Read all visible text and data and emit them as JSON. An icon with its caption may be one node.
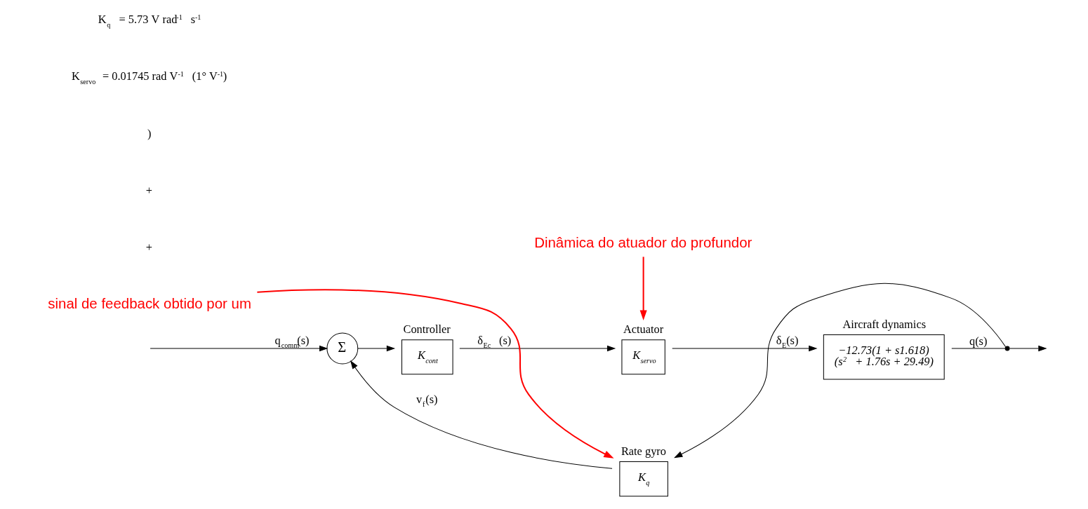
{
  "diagram": {
    "nodes": [
      {
        "text": [
          "Σ"
        ]
      },
      {
        "text": [
          "Controller",
          "K$_{cont}$"
        ]
      },
      {
        "text": [
          "Actuator",
          "K$_{servo}$"
        ]
      },
      {
        "text": [
          "Aircraft dynamics",
          "−12.73(1 + s1.618)",
          "(s$^{2}$ + 1.76s + 29.49)"
        ]
      },
      {
        "text": [
          "Rate gyro",
          "K$_{q}$"
        ]
      },
      {
        "text": [],
        "shape": "dot"
      },
      {
        "text": [
          "Dinâmica do atuador do profundor"
        ]
      },
      {
        "text": [
          "sinal de feedback obtido por um"
        ]
      }
    ],
    "edges": [
      {
        "from": null,
        "to": 0,
        "arrow": "to",
        "label": "q$_{comm}$(s)"
      },
      {
        "from": 0,
        "to": 1,
        "arrow": "to"
      },
      {
        "from": 1,
        "to": 2,
        "arrow": "to",
        "label": "δ$_{Ec}$ (s)"
      },
      {
        "from": 2,
        "to": 3,
        "arrow": "to",
        "label": "δ$_{E}$(s)"
      },
      {
        "from": 3,
        "to": 5,
        "arrow": "none",
        "label": "q(s)"
      },
      {
        "from": 5,
        "to": null,
        "arrow": "to"
      },
      {
        "from": 5,
        "to": 4,
        "arrow": "to"
      },
      {
        "from": 4,
        "to": 0,
        "arrow": "to",
        "label": "v$_{f}$(s)"
      },
      {
        "from": 6,
        "to": 2,
        "arrow": "to",
        "color": "#ff0000"
      },
      {
        "from": 7,
        "to": 4,
        "arrow": "to",
        "color": "#ff0000"
      }
    ],
    "labels": [
      "+",
      "+",
      ")",
      "K$_{servo}$ = 0.01745 rad V$^{-1}$ (1° V$^{-1}$)",
      "K$_{q}$ = 5.73 V rad$^{-1}$ s$^{-1}$"
    ]
  }
}
